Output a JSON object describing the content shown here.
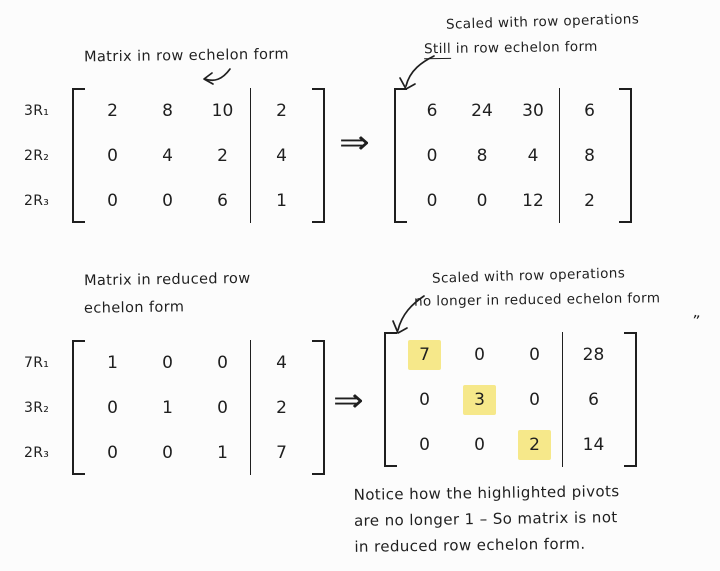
{
  "page": {
    "background": "#fcfcfc",
    "ink": "#1f1f1f",
    "highlight_color": "#f6e88a"
  },
  "symbols": {
    "implies": "⇒",
    "ditto": "”"
  },
  "top_left": {
    "title": "Matrix in row echelon form",
    "row_labels": [
      "3R₁",
      "2R₂",
      "2R₃"
    ],
    "matrix": [
      [
        "2",
        "8",
        "10",
        "2"
      ],
      [
        "0",
        "4",
        "2",
        "4"
      ],
      [
        "0",
        "0",
        "6",
        "1"
      ]
    ]
  },
  "top_right": {
    "caption_line1": "Scaled with row operations",
    "caption_underlined_word": "Still",
    "caption_line2_rest": " in row echelon form",
    "matrix": [
      [
        "6",
        "24",
        "30",
        "6"
      ],
      [
        "0",
        "8",
        "4",
        "8"
      ],
      [
        "0",
        "0",
        "12",
        "2"
      ]
    ]
  },
  "bottom_left": {
    "title_line1": "Matrix in reduced row",
    "title_line2": "echelon form",
    "row_labels": [
      "7R₁",
      "3R₂",
      "2R₃"
    ],
    "matrix": [
      [
        "1",
        "0",
        "0",
        "4"
      ],
      [
        "0",
        "1",
        "0",
        "2"
      ],
      [
        "0",
        "0",
        "1",
        "7"
      ]
    ]
  },
  "bottom_right": {
    "caption_line1": "Scaled with row operations",
    "caption_line2": "no longer in reduced echelon form",
    "matrix": [
      [
        "7",
        "0",
        "0",
        "28"
      ],
      [
        "0",
        "3",
        "0",
        "6"
      ],
      [
        "0",
        "0",
        "2",
        "14"
      ]
    ],
    "note_line1": "Notice how the highlighted pivots",
    "note_line2": "are no longer 1 – So matrix is not",
    "note_line3": "in reduced row echelon form."
  }
}
